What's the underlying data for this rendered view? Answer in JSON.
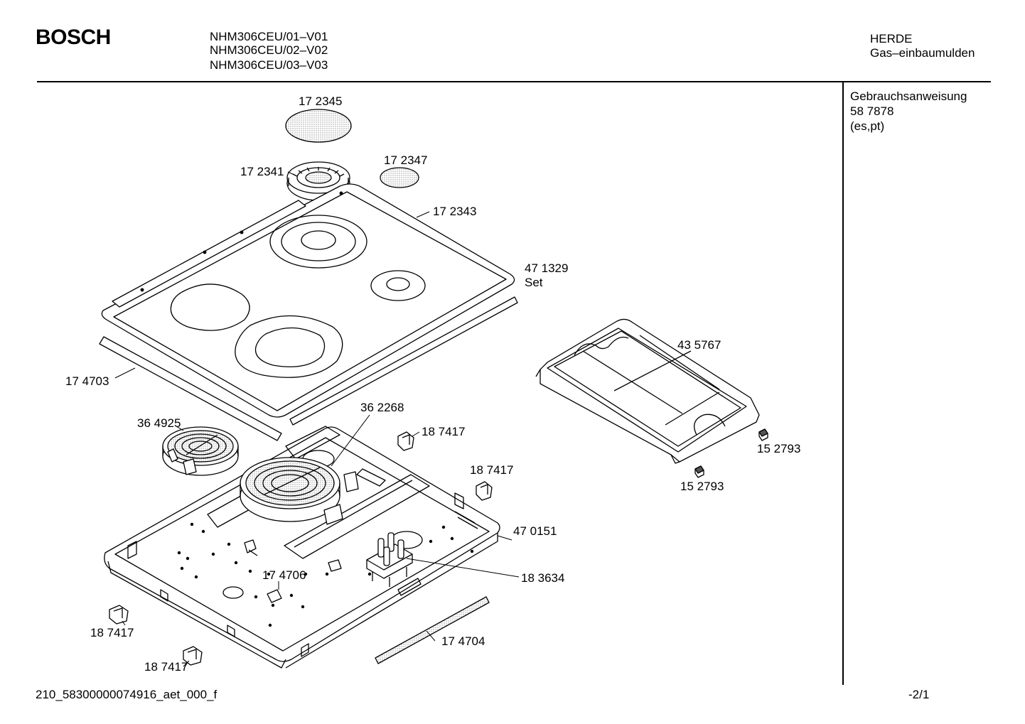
{
  "header": {
    "brand": "BOSCH",
    "models": [
      "NHM306CEU/01–V01",
      "NHM306CEU/02–V02",
      "NHM306CEU/03–V03"
    ],
    "category": "HERDE",
    "subcategory": "Gas–einbaumulden"
  },
  "side_panel": {
    "title": "Gebrauchsanweisung",
    "number": "58 7878",
    "languages": "(es,pt)"
  },
  "parts": {
    "p172345": "17 2345",
    "p172341": "17 2341",
    "p172347": "17 2347",
    "p172343": "17 2343",
    "p471329": "47 1329",
    "p471329_note": "Set",
    "p174703": "17 4703",
    "p435767": "43 5767",
    "p152793a": "15 2793",
    "p152793b": "15 2793",
    "p362268": "36 2268",
    "p364925": "36 4925",
    "p187417a": "18 7417",
    "p187417b": "18 7417",
    "p187417c": "18 7417",
    "p187417d": "18 7417",
    "p470151": "47 0151",
    "p174706": "17 4706",
    "p183634": "18 3634",
    "p174704": "17 4704"
  },
  "footer": {
    "code": "210_58300000074916_aet_000_f",
    "page": "-2/1"
  },
  "colors": {
    "line": "#000000",
    "stipple": "#c8c8c8",
    "background": "#ffffff"
  }
}
